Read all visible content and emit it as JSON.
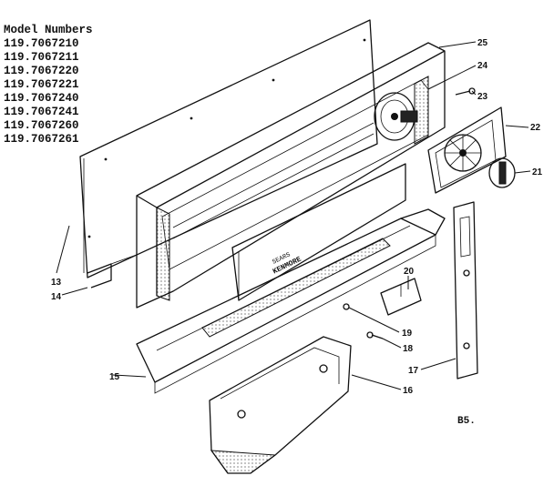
{
  "header": {
    "title": "Model Numbers"
  },
  "models": [
    "119.7067210",
    "119.7067211",
    "119.7067220",
    "119.7067221",
    "119.7067240",
    "119.7067241",
    "119.7067260",
    "119.7067261"
  ],
  "callouts": [
    "25",
    "24",
    "23",
    "22",
    "21",
    "20",
    "19",
    "18",
    "17",
    "16",
    "15",
    "14",
    "13"
  ],
  "diagram_code": "B5.",
  "label_text": {
    "line1": "SEARS",
    "line2": "KENMORE"
  }
}
